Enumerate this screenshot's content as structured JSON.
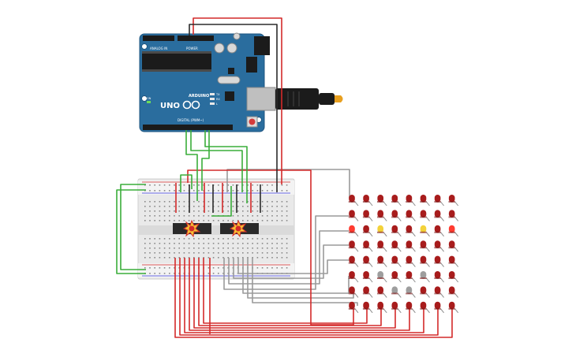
{
  "arduino": {
    "model": "UNO",
    "brand": "ARDUINO",
    "header_analog": "ANALOG IN",
    "header_power": "POWER",
    "header_digital": "DIGITAL (PWM~)",
    "label_tx": "TX",
    "label_rx": "RX",
    "label_l": "L",
    "label_on": "ON"
  },
  "colors": {
    "board": "#2a6d9e",
    "board_edge": "#1d5580",
    "breadboard": "#e9e9e9",
    "wire_red": "#d42a2a",
    "wire_black": "#2b2b2b",
    "wire_green": "#3aad3a",
    "wire_gray": "#9a9a9a",
    "led_red": "#a81c1c",
    "led_lit_red": "#ff3b30",
    "led_lit_yellow": "#f3d23a",
    "led_gray": "#9e9e9e",
    "chip": "#2a2a2a"
  },
  "led_matrix": {
    "rows": 8,
    "cols": 8,
    "states": [
      [
        "off",
        "off",
        "off",
        "off",
        "off",
        "off",
        "off",
        "off"
      ],
      [
        "off",
        "off",
        "off",
        "off",
        "off",
        "off",
        "off",
        "off"
      ],
      [
        "lit_red",
        "off",
        "lit_yellow",
        "off",
        "off",
        "lit_yellow",
        "off",
        "lit_red"
      ],
      [
        "off",
        "off",
        "off",
        "off",
        "off",
        "off",
        "off",
        "off"
      ],
      [
        "off",
        "off",
        "off",
        "off",
        "off",
        "off",
        "off",
        "off"
      ],
      [
        "off",
        "off",
        "gray",
        "off",
        "off",
        "gray",
        "off",
        "off"
      ],
      [
        "off",
        "off",
        "off",
        "gray",
        "gray",
        "off",
        "off",
        "off"
      ],
      [
        "off",
        "off",
        "off",
        "off",
        "off",
        "off",
        "off",
        "off"
      ]
    ]
  }
}
